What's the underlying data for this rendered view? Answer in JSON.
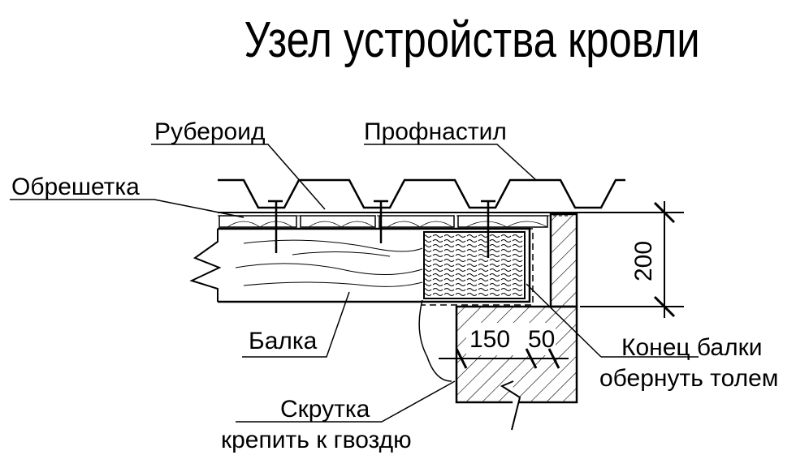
{
  "title": "Узел устройства кровли",
  "labels": {
    "ruberoid": "Рубероид",
    "profnastil": "Профнастил",
    "obreshetka": "Обрешетка",
    "balka": "Балка",
    "konec_balki_1": "Конец балки",
    "konec_balki_2": "обернуть толем",
    "skrutka_1": "Скрутка",
    "skrutka_2": "крепить к гвоздю"
  },
  "dimensions": {
    "height": "200",
    "wall": "150",
    "offset": "50"
  },
  "colors": {
    "ink": "#000000",
    "paper": "#ffffff"
  }
}
